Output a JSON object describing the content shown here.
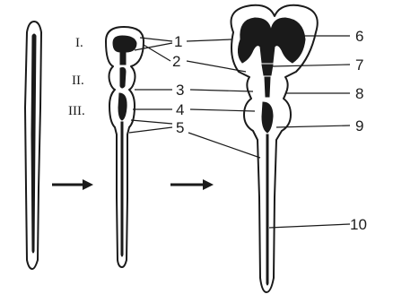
{
  "stage_labels": {
    "roman_1": "I.",
    "roman_2": "II.",
    "roman_3": "III."
  },
  "stage_b_labels": [
    "1",
    "2",
    "3",
    "4",
    "5"
  ],
  "stage_c_labels": [
    "6",
    "7",
    "8",
    "9",
    "10"
  ],
  "arrows": [
    {
      "name": "arrow-stage-a-to-b"
    },
    {
      "name": "arrow-stage-b-to-c"
    }
  ],
  "colors": {
    "ink": "#1a1a1a",
    "background": "#ffffff"
  }
}
